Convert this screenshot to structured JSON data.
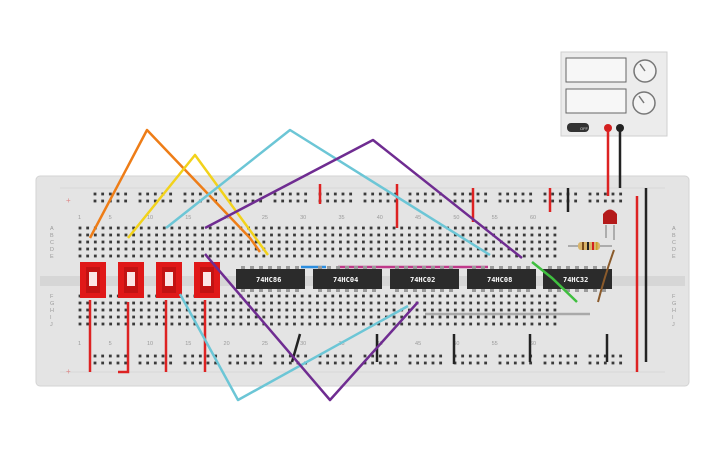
{
  "breadboard": {
    "column_numbers": [
      "1",
      "5",
      "10",
      "15",
      "20",
      "25",
      "30",
      "35",
      "40",
      "45",
      "50",
      "55",
      "60"
    ],
    "row_letters_top": [
      "A",
      "B",
      "C",
      "D",
      "E"
    ],
    "row_letters_bottom": [
      "F",
      "G",
      "H",
      "I",
      "J"
    ],
    "rail_plus": "+"
  },
  "chips": [
    {
      "label": "74HC86"
    },
    {
      "label": "74HC04"
    },
    {
      "label": "74HC02"
    },
    {
      "label": "74HC08"
    },
    {
      "label": "74HC32"
    }
  ],
  "power_supply": {
    "switch_label": "OFF",
    "colors": {
      "positive": "#d42020",
      "negative": "#222222"
    }
  },
  "wire_colors": {
    "orange": "#ee7d17",
    "yellow": "#f2d21b",
    "cyan": "#6cc6d6",
    "purple": "#6f2c91",
    "red": "#dd2222",
    "black": "#222222",
    "green": "#3fbf3f",
    "magenta": "#c0398a",
    "blue": "#2b8ee0",
    "gray": "#9a9a9a",
    "brown": "#8a5a2b"
  },
  "switch_color": "#e01818",
  "led_color": "#b41a1a"
}
